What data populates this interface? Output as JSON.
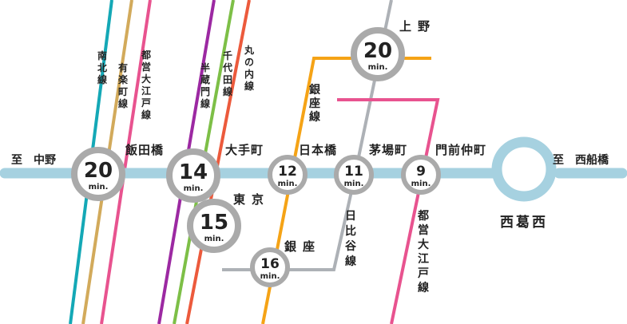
{
  "colors": {
    "tozai": "#a6d1e0",
    "namboku": "#14a8b6",
    "yurakucho": "#d2aa5b",
    "oedo": "#e8538f",
    "hanzomon": "#9c29a2",
    "chiyoda": "#7dbf47",
    "marunouchi": "#ec5a3c",
    "ginza": "#f5a316",
    "hibiya": "#adb1b6",
    "badge_ring": "#aaaaaa"
  },
  "destinations": {
    "west": "至　中野",
    "east": "至　西船橋"
  },
  "hub": "西葛西",
  "unit": "min.",
  "stations": [
    {
      "key": "iidabashi",
      "name": "飯田橋",
      "minutes": "20"
    },
    {
      "key": "otemachi",
      "name": "大手町",
      "minutes": "14"
    },
    {
      "key": "tokyo",
      "name": "東京",
      "minutes": "15"
    },
    {
      "key": "nihombashi",
      "name": "日本橋",
      "minutes": "12"
    },
    {
      "key": "kayabacho",
      "name": "茅場町",
      "minutes": "11"
    },
    {
      "key": "monzen",
      "name": "門前仲町",
      "minutes": "9"
    },
    {
      "key": "ginza",
      "name": "銀座",
      "minutes": "16"
    },
    {
      "key": "ueno",
      "name": "上野",
      "minutes": "20"
    }
  ],
  "line_labels": {
    "namboku": "南北線",
    "yurakucho": "有楽町線",
    "oedo_west": "都営大江戸線",
    "hanzomon": "半蔵門線",
    "chiyoda": "千代田線",
    "marunouchi": "丸の内線",
    "ginza": "銀座線",
    "hibiya": "日比谷線",
    "oedo_east": "都営大江戸線"
  }
}
